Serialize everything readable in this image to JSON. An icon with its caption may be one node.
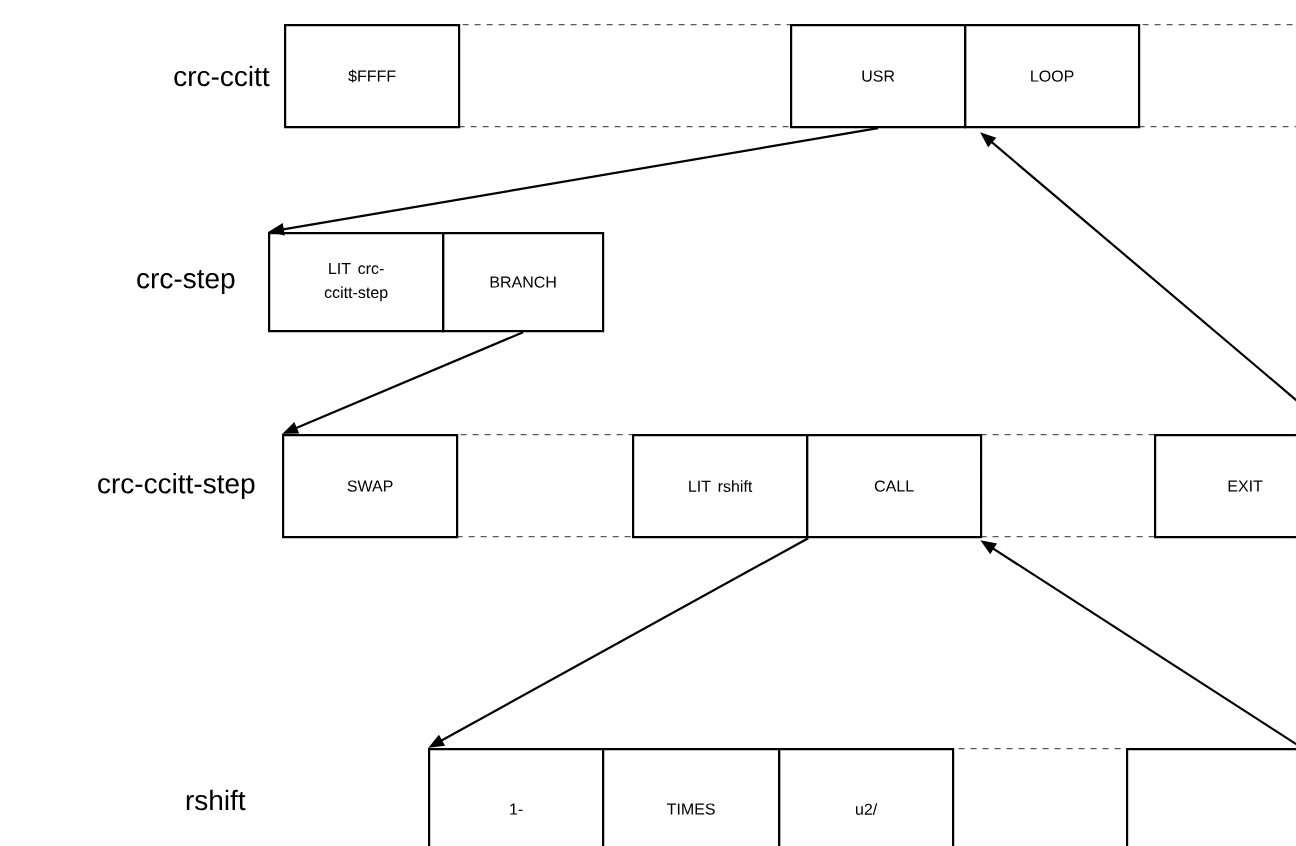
{
  "diagram": {
    "nodes": [
      {
        "text": [
          "$FFFF"
        ]
      },
      {
        "text": [],
        "shape": "box"
      },
      {
        "text": [
          "USR"
        ]
      },
      {
        "text": [
          "LOOP"
        ]
      },
      {
        "text": [],
        "shape": "box"
      },
      {
        "text": [
          "LIT crc-ccitt-step"
        ]
      },
      {
        "text": [
          "BRANCH"
        ]
      },
      {
        "text": [
          "SWAP"
        ]
      },
      {
        "text": [],
        "shape": "box"
      },
      {
        "text": [
          "LIT rshift"
        ]
      },
      {
        "text": [
          "CALL"
        ]
      },
      {
        "text": [],
        "shape": "box"
      },
      {
        "text": [
          "EXIT"
        ]
      },
      {
        "text": [
          "1-"
        ]
      },
      {
        "text": [
          "TIMES"
        ]
      },
      {
        "text": [
          "u2/"
        ]
      },
      {
        "text": [],
        "shape": "box"
      },
      {
        "text": [],
        "shape": "box"
      }
    ],
    "edges": [
      {
        "from": 2,
        "to": 5,
        "arrow": "to"
      },
      {
        "from": 6,
        "to": 7,
        "arrow": "to"
      },
      {
        "from": 12,
        "to": 3,
        "arrow": "to"
      },
      {
        "from": 9,
        "to": 13,
        "arrow": "to"
      },
      {
        "from": 17,
        "to": 10,
        "arrow": "to"
      }
    ],
    "labels": [
      "crc-ccitt",
      "crc-step",
      "crc-ccitt-step",
      "rshift"
    ]
  }
}
